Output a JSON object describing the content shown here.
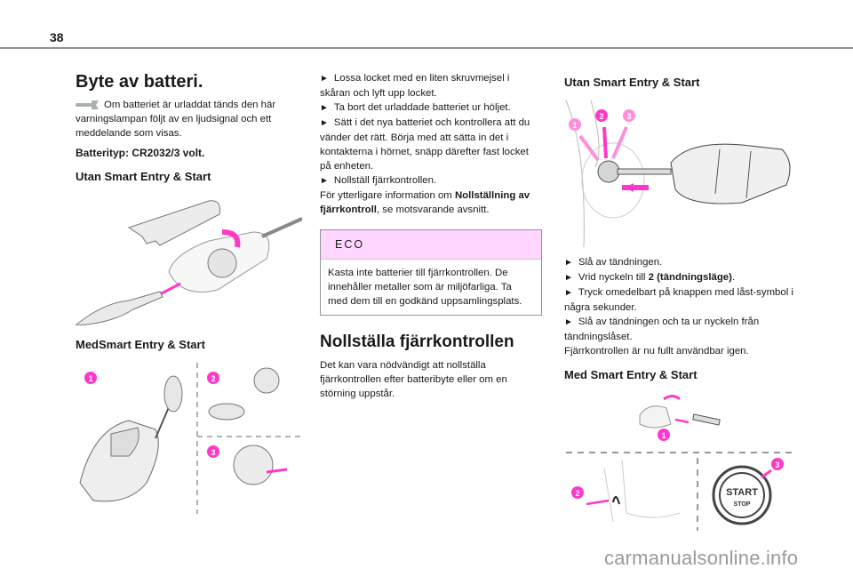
{
  "page": {
    "number": "38"
  },
  "left": {
    "title": "Byte av batteri.",
    "warning_icon": "wrench-icon",
    "intro": "Om batteriet är urladdat tänds den här varningslampan följt av en ljudsignal och ett meddelande som visas.",
    "battery_type": "Batterityp: CR2032/3 volt.",
    "section_without": "Utan Smart Entry & Start",
    "section_with": "MedSmart Entry & Start",
    "fig_steps": [
      "1",
      "2",
      "3"
    ]
  },
  "middle": {
    "steps": [
      "Lossa locket med en liten skruvmejsel i skåran och lyft upp locket.",
      "Ta bort det urladdade batteriet ur höljet.",
      "Sätt i det nya batteriet och kontrollera att du vänder det rätt. Börja med att sätta in det i kontakterna i hörnet, snäpp därefter fast locket på enheten.",
      "Nollställ fjärrkontrollen."
    ],
    "more_info_prefix": "För ytterligare information om ",
    "more_info_bold": "Nollställning av fjärrkontroll",
    "more_info_suffix": ", se motsvarande avsnitt.",
    "eco": {
      "heading": "ECO",
      "text": "Kasta inte batterier till fjärrkontrollen. De innehåller metaller som är miljöfarliga. Ta med dem till en godkänd uppsamlingsplats."
    },
    "reset_title": "Nollställa fjärrkontrollen",
    "reset_text": "Det kan vara nödvändigt att nollställa fjärrkontrollen efter batteribyte eller om en störning uppstår."
  },
  "right": {
    "section_without": "Utan Smart Entry & Start",
    "fig_steps": [
      "1",
      "2",
      "3"
    ],
    "steps": [
      {
        "text": "Slå av tändningen."
      },
      {
        "prefix": "Vrid nyckeln till ",
        "bold": "2 (tändningsläge)",
        "suffix": "."
      },
      {
        "text": "Tryck omedelbart på knappen med låst-symbol i några sekunder."
      },
      {
        "text": "Slå av tändningen och ta ur nyckeln från tändningslåset."
      }
    ],
    "done": "Fjärrkontrollen är nu fullt användbar igen.",
    "section_with": "Med Smart Entry & Start",
    "button_label_top": "START",
    "button_label_bottom": "STOP"
  },
  "bullet": "►",
  "watermark": "carmanualsonline.info",
  "colors": {
    "accent": "#ff38c8",
    "eco_bg": "#ffd6ff",
    "rule": "#8d9393"
  }
}
